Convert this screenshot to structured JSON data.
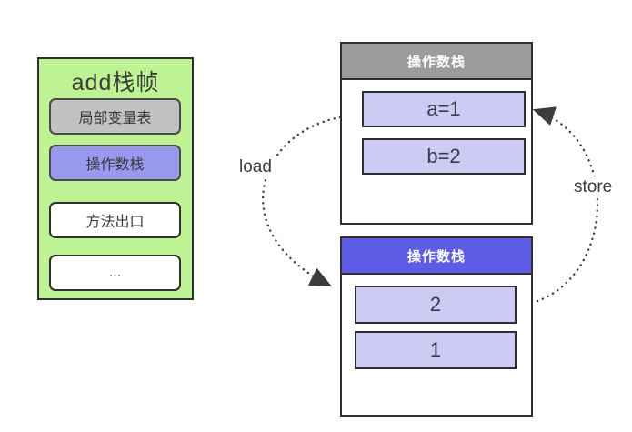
{
  "left_panel": {
    "title": "add栈帧",
    "items": [
      {
        "label": "局部变量表"
      },
      {
        "label": "操作数栈"
      },
      {
        "label": "方法出口"
      },
      {
        "label": "..."
      }
    ]
  },
  "top_stack": {
    "header": "操作数栈",
    "items": [
      "a=1",
      "b=2"
    ]
  },
  "bottom_stack": {
    "header": "操作数栈",
    "items": [
      "2",
      "1"
    ]
  },
  "arrows": {
    "load_label": "load",
    "store_label": "store"
  },
  "colors": {
    "panel_green": "#bdf392",
    "gray_item": "#c2c2c2",
    "purple_item": "#9999f0",
    "header_gray": "#9c9c9c",
    "header_purple": "#5c5ce6",
    "stack_item_purple": "#cbcbf3",
    "border_dark": "#2f2f2f",
    "arrow": "#3c3c3c"
  }
}
